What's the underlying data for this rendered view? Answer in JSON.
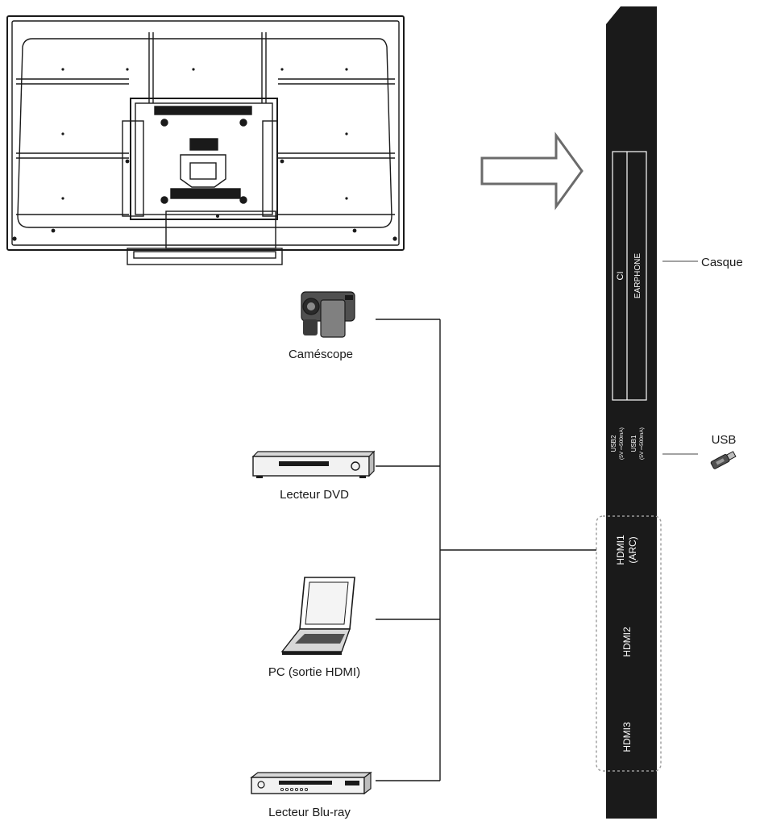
{
  "panel": {
    "ci_label": "CI",
    "earphone_label": "EARPHONE",
    "usb2_label": "USB2",
    "usb2_rating": "(5V ⎓500mA)",
    "usb1_label": "USB1",
    "usb1_rating": "(5V ⎓500mA)",
    "hdmi1_label": "HDMI1",
    "hdmi1_sub": "(ARC)",
    "hdmi2_label": "HDMI2",
    "hdmi3_label": "HDMI3"
  },
  "devices": {
    "camcorder": "Caméscope",
    "dvd": "Lecteur DVD",
    "pc": "PC (sortie HDMI)",
    "bluray": "Lecteur Blu-ray"
  },
  "side": {
    "headphone": "Casque",
    "usb": "USB"
  },
  "colors": {
    "panel": "#1a1a1a",
    "line": "#1a1a1a",
    "arrow_stroke": "#6b6b6b",
    "dashed_frame": "#9a9a9a"
  }
}
